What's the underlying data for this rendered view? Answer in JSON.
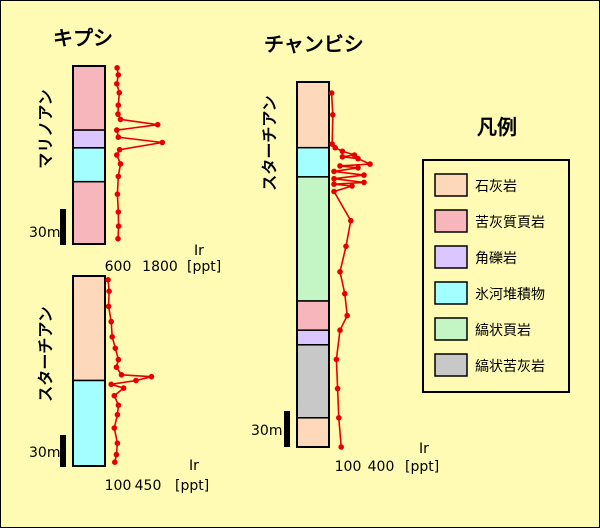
{
  "colors": {
    "limestone": "#fdd8ba",
    "shale": "#f7b6bb",
    "breccia": "#dcc6ff",
    "glacial": "#a3ffff",
    "banded_shale": "#c4f5c4",
    "banded_dolomite": "#c8c8c8",
    "ir_line": "#e60000"
  },
  "legend": {
    "title": "凡例",
    "items": [
      {
        "label": "石灰岩",
        "color": "#fdd8ba"
      },
      {
        "label": "苦灰質頁岩",
        "color": "#f7b6bb"
      },
      {
        "label": "角礫岩",
        "color": "#dcc6ff"
      },
      {
        "label": "氷河堆積物",
        "color": "#a3ffff"
      },
      {
        "label": "縞状頁岩",
        "color": "#c4f5c4"
      },
      {
        "label": "縞状苦灰岩",
        "color": "#c8c8c8"
      }
    ]
  },
  "chart_data": [
    {
      "type": "line",
      "title": "キプシ",
      "section_label": "マリノアン",
      "scale_label": "30m",
      "xlabel": "Ir [ppt]",
      "x_ticks": [
        "600",
        "1800"
      ],
      "x_axis": [
        0,
        2000
      ],
      "column": [
        {
          "lithology": "苦灰質頁岩",
          "from": 0,
          "to": 0.36
        },
        {
          "lithology": "角礫岩",
          "from": 0.36,
          "to": 0.46
        },
        {
          "lithology": "氷河堆積物",
          "from": 0.46,
          "to": 0.65
        },
        {
          "lithology": "苦灰質頁岩",
          "from": 0.65,
          "to": 1.0
        }
      ],
      "ir_profile": [
        {
          "depth": 0.01,
          "ir": 390
        },
        {
          "depth": 0.05,
          "ir": 430
        },
        {
          "depth": 0.1,
          "ir": 380
        },
        {
          "depth": 0.15,
          "ir": 460
        },
        {
          "depth": 0.22,
          "ir": 430
        },
        {
          "depth": 0.27,
          "ir": 420
        },
        {
          "depth": 0.3,
          "ir": 500
        },
        {
          "depth": 0.33,
          "ir": 1700
        },
        {
          "depth": 0.36,
          "ir": 380
        },
        {
          "depth": 0.4,
          "ir": 430
        },
        {
          "depth": 0.43,
          "ir": 1850
        },
        {
          "depth": 0.47,
          "ir": 470
        },
        {
          "depth": 0.5,
          "ir": 380
        },
        {
          "depth": 0.55,
          "ir": 500
        },
        {
          "depth": 0.62,
          "ir": 430
        },
        {
          "depth": 0.72,
          "ir": 400
        },
        {
          "depth": 0.82,
          "ir": 430
        },
        {
          "depth": 0.9,
          "ir": 440
        },
        {
          "depth": 0.97,
          "ir": 420
        }
      ]
    },
    {
      "type": "line",
      "title": "",
      "section_label": "スターチアン",
      "scale_label": "30m",
      "xlabel": "Ir [ppt]",
      "x_ticks": [
        "100",
        "450"
      ],
      "x_axis": [
        0,
        600
      ],
      "column": [
        {
          "lithology": "石灰岩",
          "from": 0,
          "to": 0.55
        },
        {
          "lithology": "氷河堆積物",
          "from": 0.55,
          "to": 1.0
        }
      ],
      "ir_profile": [
        {
          "depth": 0.02,
          "ir": 30
        },
        {
          "depth": 0.08,
          "ir": 40
        },
        {
          "depth": 0.16,
          "ir": 35
        },
        {
          "depth": 0.24,
          "ir": 60
        },
        {
          "depth": 0.32,
          "ir": 70
        },
        {
          "depth": 0.38,
          "ir": 100
        },
        {
          "depth": 0.44,
          "ir": 130
        },
        {
          "depth": 0.48,
          "ir": 110
        },
        {
          "depth": 0.52,
          "ir": 160
        },
        {
          "depth": 0.53,
          "ir": 450
        },
        {
          "depth": 0.55,
          "ir": 300
        },
        {
          "depth": 0.57,
          "ir": 60
        },
        {
          "depth": 0.59,
          "ir": 180
        },
        {
          "depth": 0.63,
          "ir": 90
        },
        {
          "depth": 0.68,
          "ir": 130
        },
        {
          "depth": 0.73,
          "ir": 120
        },
        {
          "depth": 0.8,
          "ir": 90
        },
        {
          "depth": 0.88,
          "ir": 120
        },
        {
          "depth": 0.94,
          "ir": 110
        },
        {
          "depth": 0.98,
          "ir": 95
        }
      ]
    },
    {
      "type": "line",
      "title": "チャンビシ",
      "section_label": "スターチアン",
      "scale_label": "30m",
      "xlabel": "Ir [ppt]",
      "x_ticks": [
        "100",
        "400"
      ],
      "x_axis": [
        0,
        500
      ],
      "column": [
        {
          "lithology": "石灰岩",
          "from": 0,
          "to": 0.18
        },
        {
          "lithology": "氷河堆積物",
          "from": 0.18,
          "to": 0.26
        },
        {
          "lithology": "縞状頁岩",
          "from": 0.26,
          "to": 0.6
        },
        {
          "lithology": "苦灰質頁岩",
          "from": 0.6,
          "to": 0.68
        },
        {
          "lithology": "角礫岩",
          "from": 0.68,
          "to": 0.72
        },
        {
          "lithology": "縞状苦灰岩",
          "from": 0.72,
          "to": 0.92
        },
        {
          "lithology": "石灰岩",
          "from": 0.92,
          "to": 1.0
        }
      ],
      "ir_profile": [
        {
          "depth": 0.03,
          "ir": 30
        },
        {
          "depth": 0.09,
          "ir": 40
        },
        {
          "depth": 0.17,
          "ir": 35
        },
        {
          "depth": 0.18,
          "ir": 60
        },
        {
          "depth": 0.19,
          "ir": 120
        },
        {
          "depth": 0.2,
          "ir": 220
        },
        {
          "depth": 0.205,
          "ir": 120
        },
        {
          "depth": 0.21,
          "ir": 250
        },
        {
          "depth": 0.225,
          "ir": 350
        },
        {
          "depth": 0.23,
          "ir": 100
        },
        {
          "depth": 0.235,
          "ir": 250
        },
        {
          "depth": 0.245,
          "ir": 50
        },
        {
          "depth": 0.255,
          "ir": 300
        },
        {
          "depth": 0.265,
          "ir": 50
        },
        {
          "depth": 0.275,
          "ir": 300
        },
        {
          "depth": 0.28,
          "ir": 50
        },
        {
          "depth": 0.285,
          "ir": 200
        },
        {
          "depth": 0.3,
          "ir": 50
        },
        {
          "depth": 0.38,
          "ir": 190
        },
        {
          "depth": 0.45,
          "ir": 150
        },
        {
          "depth": 0.52,
          "ir": 100
        },
        {
          "depth": 0.58,
          "ir": 140
        },
        {
          "depth": 0.64,
          "ir": 160
        },
        {
          "depth": 0.68,
          "ir": 100
        },
        {
          "depth": 0.76,
          "ir": 70
        },
        {
          "depth": 0.84,
          "ir": 80
        },
        {
          "depth": 0.92,
          "ir": 90
        },
        {
          "depth": 1.0,
          "ir": 110
        }
      ]
    }
  ]
}
